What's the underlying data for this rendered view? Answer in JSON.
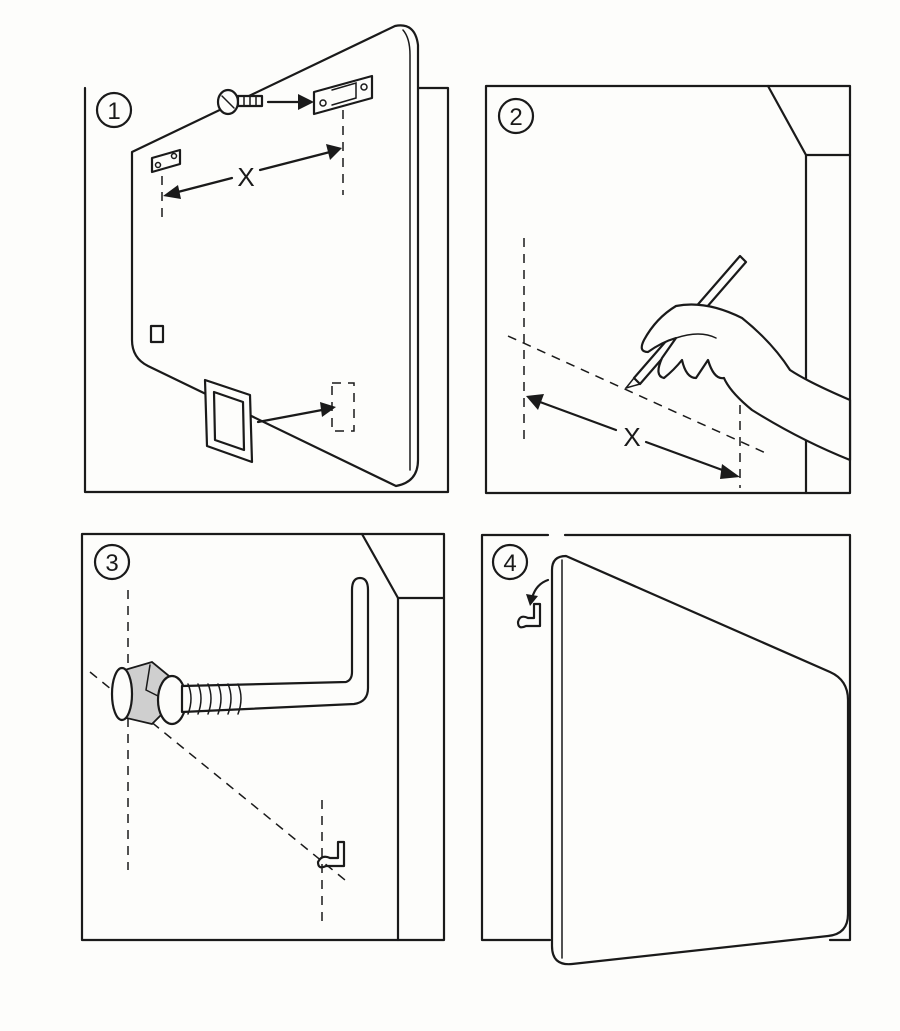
{
  "steps": [
    {
      "number": "1",
      "dimension_label": "X"
    },
    {
      "number": "2",
      "dimension_label": "X"
    },
    {
      "number": "3"
    },
    {
      "number": "4"
    }
  ],
  "colors": {
    "ink": "#1a1a1a",
    "paper": "#fdfdfb"
  }
}
